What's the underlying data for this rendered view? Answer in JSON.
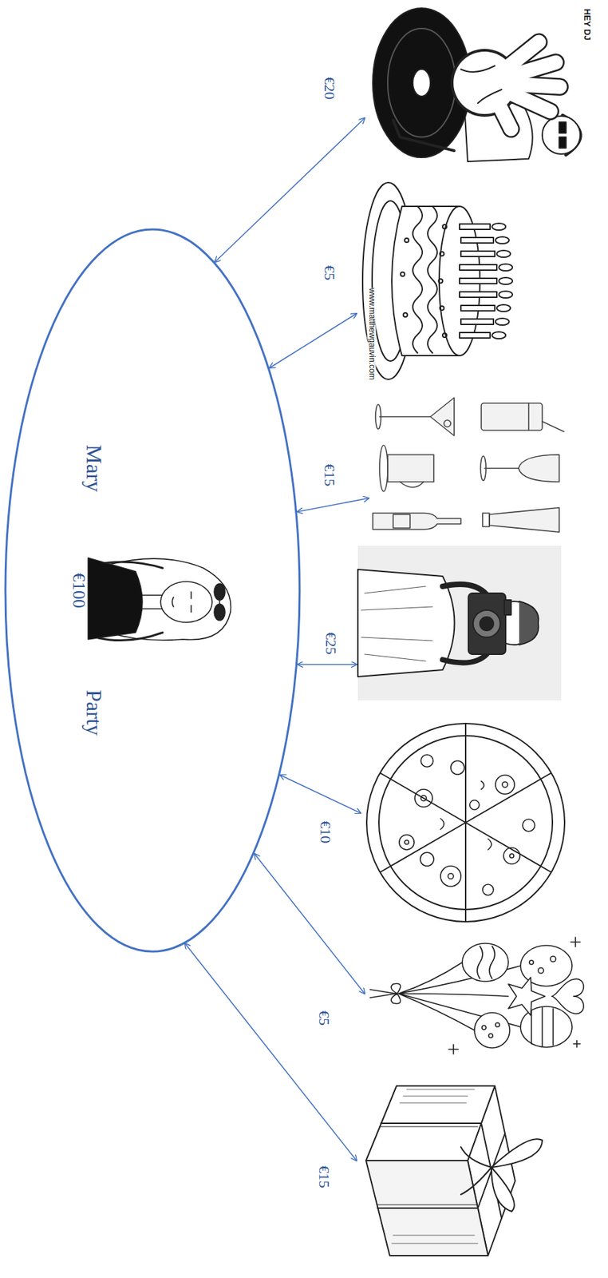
{
  "diagram": {
    "nodes": [
      {
        "text": [
          "Mary",
          "€100",
          "Party"
        ]
      },
      {
        "text": [
          "HEY DJ"
        ]
      },
      {
        "text": [
          "www.matthewgauvin.com"
        ]
      },
      {
        "text": []
      },
      {
        "text": []
      },
      {
        "text": []
      },
      {
        "text": []
      },
      {
        "text": []
      }
    ],
    "edges": [
      {
        "from": 0,
        "to": 1,
        "arrow": "both",
        "label": "€20"
      },
      {
        "from": 0,
        "to": 2,
        "arrow": "both",
        "label": "€5"
      },
      {
        "from": 0,
        "to": 3,
        "arrow": "both",
        "label": "€15"
      },
      {
        "from": 0,
        "to": 4,
        "arrow": "both",
        "label": "€25"
      },
      {
        "from": 0,
        "to": 5,
        "arrow": "both",
        "label": "€10"
      },
      {
        "from": 0,
        "to": 6,
        "arrow": "both",
        "label": "€5"
      },
      {
        "from": 0,
        "to": 7,
        "arrow": "both",
        "label": "€15"
      }
    ]
  }
}
